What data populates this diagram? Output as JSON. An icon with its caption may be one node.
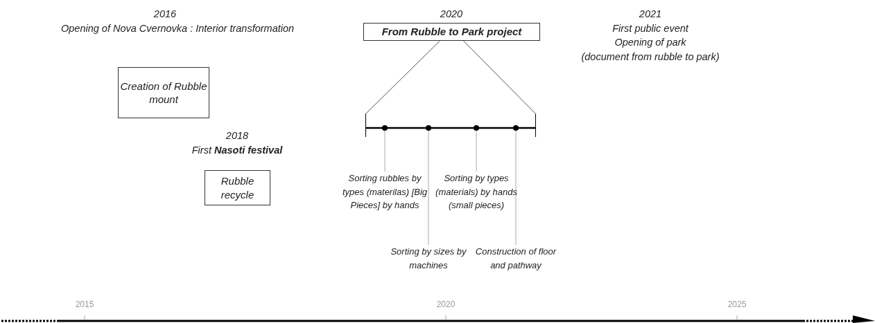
{
  "diagram": {
    "nodes": [
      {
        "text": [
          "Creation of Rubble mount"
        ],
        "beside": [
          "2016",
          "Opening of Nova Cvernovka : Interior transformation"
        ]
      },
      {
        "text": [
          "Rubble recycle"
        ],
        "beside": [
          "2018",
          "First **Nasoti festival**"
        ]
      },
      {
        "text": [
          "From Rubble to Park project"
        ],
        "beside": [
          "2020"
        ]
      },
      {
        "text": [],
        "shape": "bar"
      },
      {
        "text": [],
        "shape": "circle",
        "in": 3
      },
      {
        "text": [],
        "shape": "circle",
        "in": 3
      },
      {
        "text": [],
        "shape": "circle",
        "in": 3
      },
      {
        "text": [],
        "shape": "circle",
        "in": 3
      },
      {
        "text": [
          "Sorting rubbles by types (materilas) [Big Pieces] by hands"
        ]
      },
      {
        "text": [
          "Sorting by sizes by machines"
        ]
      },
      {
        "text": [
          "Sorting by types (materials) by hands (small pieces)"
        ]
      },
      {
        "text": [
          "Construction of floor and pathway"
        ]
      }
    ],
    "edges": [
      {
        "from": 2,
        "to": 3,
        "arrow": "none",
        "color": "#555555"
      },
      {
        "from": 2,
        "to": 3,
        "arrow": "none",
        "color": "#555555"
      },
      {
        "from": 8,
        "to": 4,
        "arrow": "none"
      },
      {
        "from": 9,
        "to": 5,
        "arrow": "none"
      },
      {
        "from": 10,
        "to": 6,
        "arrow": "none"
      },
      {
        "from": 11,
        "to": 7,
        "arrow": "none"
      }
    ],
    "labels": [
      "2021",
      "First public event",
      "Opening of park",
      "(document from rubble to park)",
      "2015",
      "2020",
      "2025"
    ]
  }
}
